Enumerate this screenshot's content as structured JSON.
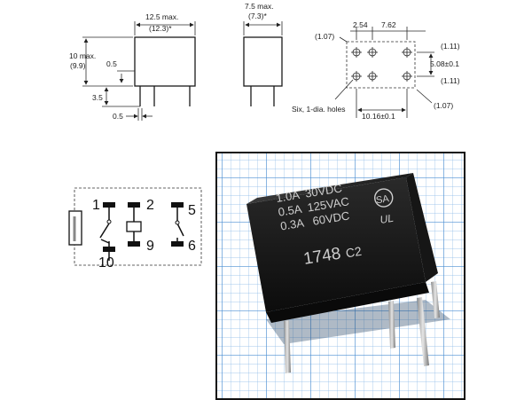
{
  "front_view": {
    "width_label": "12.5 max.",
    "width_nominal": "(12.3)*",
    "height_label": "10 max.",
    "height_nominal": "(9.9)",
    "gap_label": "0.5",
    "pin_length_label": "3.5",
    "pin_width_label": "0.5"
  },
  "side_view": {
    "width_label": "7.5 max.",
    "width_nominal": "(7.3)*"
  },
  "pcb_layout": {
    "pitch_a": "2.54",
    "pitch_b": "7.62",
    "left_top": "(1.07)",
    "right_top": "(1.11)",
    "right_span": "5.08±0.1",
    "right_mid": "(1.11)",
    "right_bottom": "(1.07)",
    "bottom_span": "10.16±0.1",
    "holes_note": "Six, 1-dia. holes"
  },
  "schematic": {
    "pins": [
      "1",
      "2",
      "5",
      "10",
      "9",
      "6"
    ]
  },
  "component_marking": {
    "rating_1": "1.0A  30VDC",
    "rating_2": "0.5A  125VAC",
    "rating_3": "0.3A   60VDC",
    "code": "1748",
    "suffix": "C2",
    "cert_1": "SA",
    "cert_2": "UL"
  }
}
